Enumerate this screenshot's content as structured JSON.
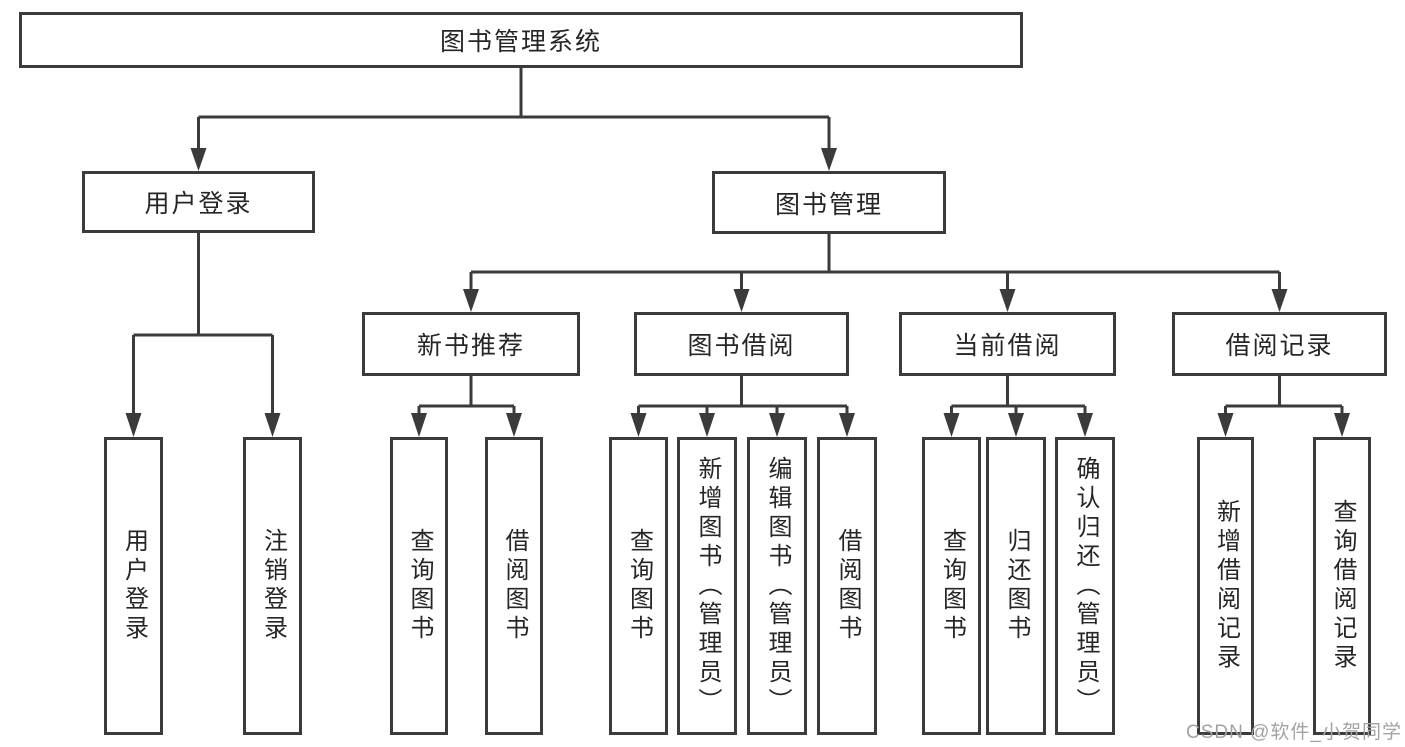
{
  "diagram": {
    "title": "图书管理系统",
    "tree": {
      "label": "图书管理系统",
      "children": [
        {
          "label": "用户登录",
          "children": [
            {
              "label": "用户登录"
            },
            {
              "label": "注销登录"
            }
          ]
        },
        {
          "label": "图书管理",
          "children": [
            {
              "label": "新书推荐",
              "children": [
                {
                  "label": "查询图书"
                },
                {
                  "label": "借阅图书"
                }
              ]
            },
            {
              "label": "图书借阅",
              "children": [
                {
                  "label": "查询图书"
                },
                {
                  "label": "新增图书（管理员）"
                },
                {
                  "label": "编辑图书（管理员）"
                },
                {
                  "label": "借阅图书"
                }
              ]
            },
            {
              "label": "当前借阅",
              "children": [
                {
                  "label": "查询图书"
                },
                {
                  "label": "归还图书"
                },
                {
                  "label": "确认归还（管理员）"
                }
              ]
            },
            {
              "label": "借阅记录",
              "children": [
                {
                  "label": "新增借阅记录"
                },
                {
                  "label": "查询借阅记录"
                }
              ]
            }
          ]
        }
      ]
    },
    "colors": {
      "line": "#3b3b3b",
      "box_border": "#3b3b3b",
      "text": "#262626",
      "background": "#ffffff",
      "watermark": "#a3a3a3"
    }
  },
  "watermark": {
    "text": "CSDN @软件_小贺同学"
  }
}
